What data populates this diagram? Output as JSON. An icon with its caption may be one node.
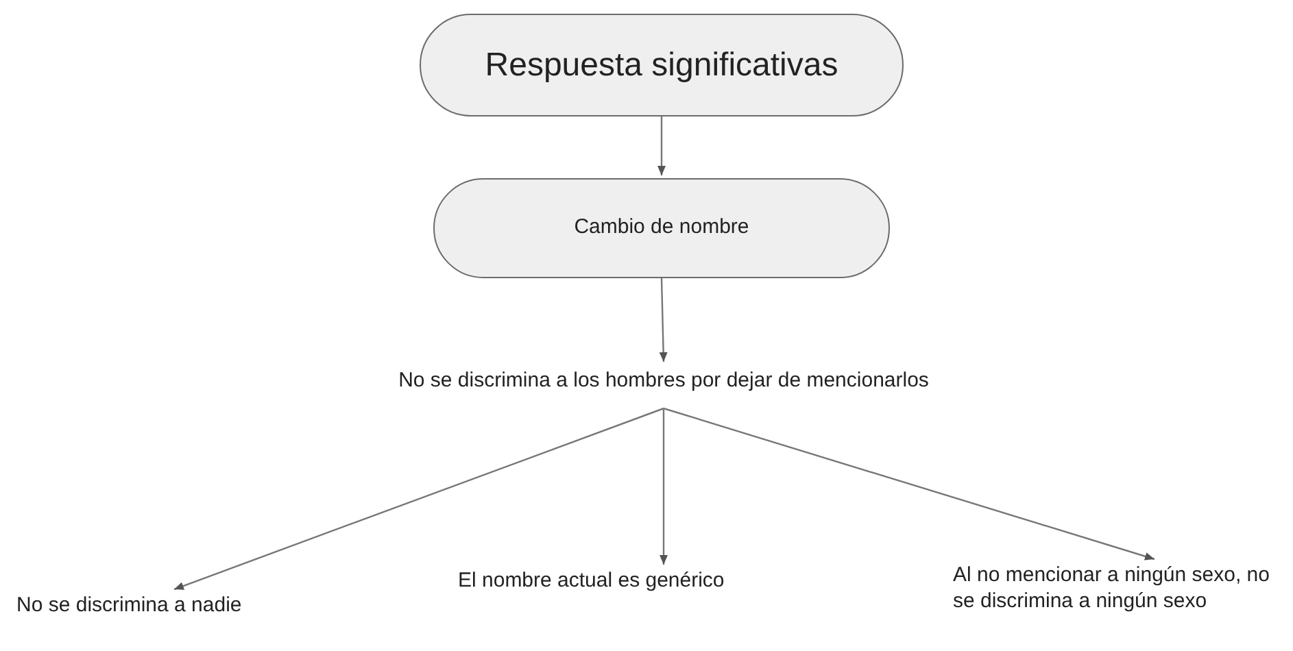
{
  "diagram": {
    "nodes": [
      {
        "text": [
          "Respuesta significativas"
        ]
      },
      {
        "text": [
          "Cambio de nombre"
        ]
      },
      {
        "text": [
          "No se discrimina a los hombres por dejar de mencionarlos"
        ]
      },
      {
        "text": [
          "No se discrimina a nadie"
        ]
      },
      {
        "text": [
          "El nombre actual es genérico"
        ]
      },
      {
        "text": [
          "Al no mencionar a ningún sexo, no se discrimina a ningún sexo"
        ]
      }
    ],
    "edges": [
      {
        "from": 0,
        "to": 1,
        "arrow": "to"
      },
      {
        "from": 1,
        "to": 2,
        "arrow": "to"
      },
      {
        "from": 2,
        "to": 3,
        "arrow": "to"
      },
      {
        "from": 2,
        "to": 4,
        "arrow": "to"
      },
      {
        "from": 2,
        "to": 5,
        "arrow": "to"
      }
    ]
  }
}
